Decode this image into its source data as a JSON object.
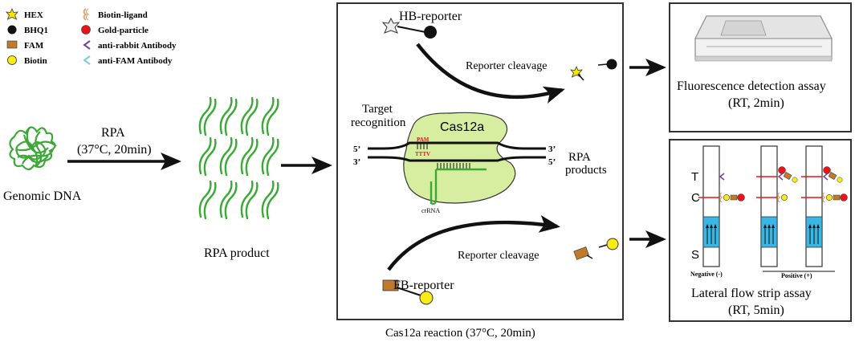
{
  "legend": {
    "hex": "HEX",
    "bhq1": "BHQ1",
    "fam": "FAM",
    "biotin": "Biotin",
    "biotin_ligand": "Biotin-ligand",
    "gold_particle": "Gold-particle",
    "anti_rabbit": "anti-rabbit Antibody",
    "anti_fam": "anti-FAM Antibody"
  },
  "genomic": {
    "label": "Genomic DNA",
    "rpa_label": "RPA",
    "rpa_conditions": "(37°C, 20min)"
  },
  "rpa_product": {
    "label": "RPA product"
  },
  "cas12a": {
    "hb_reporter": "HB-reporter",
    "fb_reporter": "FB-reporter",
    "reporter_cleavage_top": "Reporter cleavage",
    "reporter_cleavage_bottom": "Reporter cleavage",
    "target_recognition_1": "Target",
    "target_recognition_2": "recognition",
    "enzyme": "Cas12a",
    "pam": "PAM",
    "tttv": "TTTV",
    "crrna": "crRNA",
    "five_prime_left": "5’",
    "three_prime_left": "3’",
    "three_prime_right": "3’",
    "five_prime_right": "5’",
    "rpa_products_1": "RPA",
    "rpa_products_2": "products",
    "reaction_caption": "Cas12a reaction (37°C, 20min)"
  },
  "fluorescence": {
    "title": "Fluorescence detection assay",
    "conditions": "(RT, 2min)"
  },
  "lateral_flow": {
    "t": "T",
    "c": "C",
    "s": "S",
    "negative": "Negative (-)",
    "positive": "Positive (+)",
    "title": "Lateral flow strip assay",
    "conditions": "(RT, 5min)"
  },
  "colors": {
    "dna_green": "#3aa935",
    "cas12a_fill": "#d7eea0",
    "gold": "#e8131b",
    "biotin": "#f8ec17",
    "fam": "#c17a2a",
    "hex": "#f3e600",
    "strip_blue": "#3bb6e4",
    "line_red": "#e8131b",
    "antibody_purple": "#7a3fa0",
    "antibody_cyan": "#7ecbe0"
  }
}
